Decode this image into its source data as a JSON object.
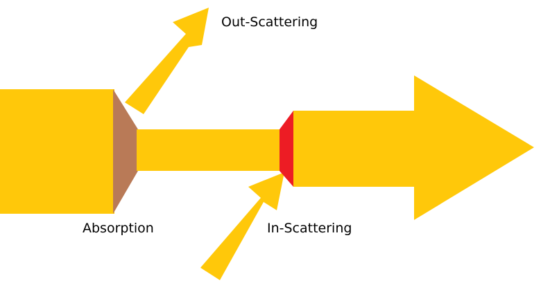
{
  "labels": {
    "out_scattering": "Out-Scattering",
    "absorption": "Absorption",
    "in_scattering": "In-Scattering"
  },
  "colors": {
    "beam": "#FFC80A",
    "absorption": "#B97A57",
    "in_scattering": "#ED1C24",
    "text": "#000000",
    "background": "#FFFFFF"
  }
}
